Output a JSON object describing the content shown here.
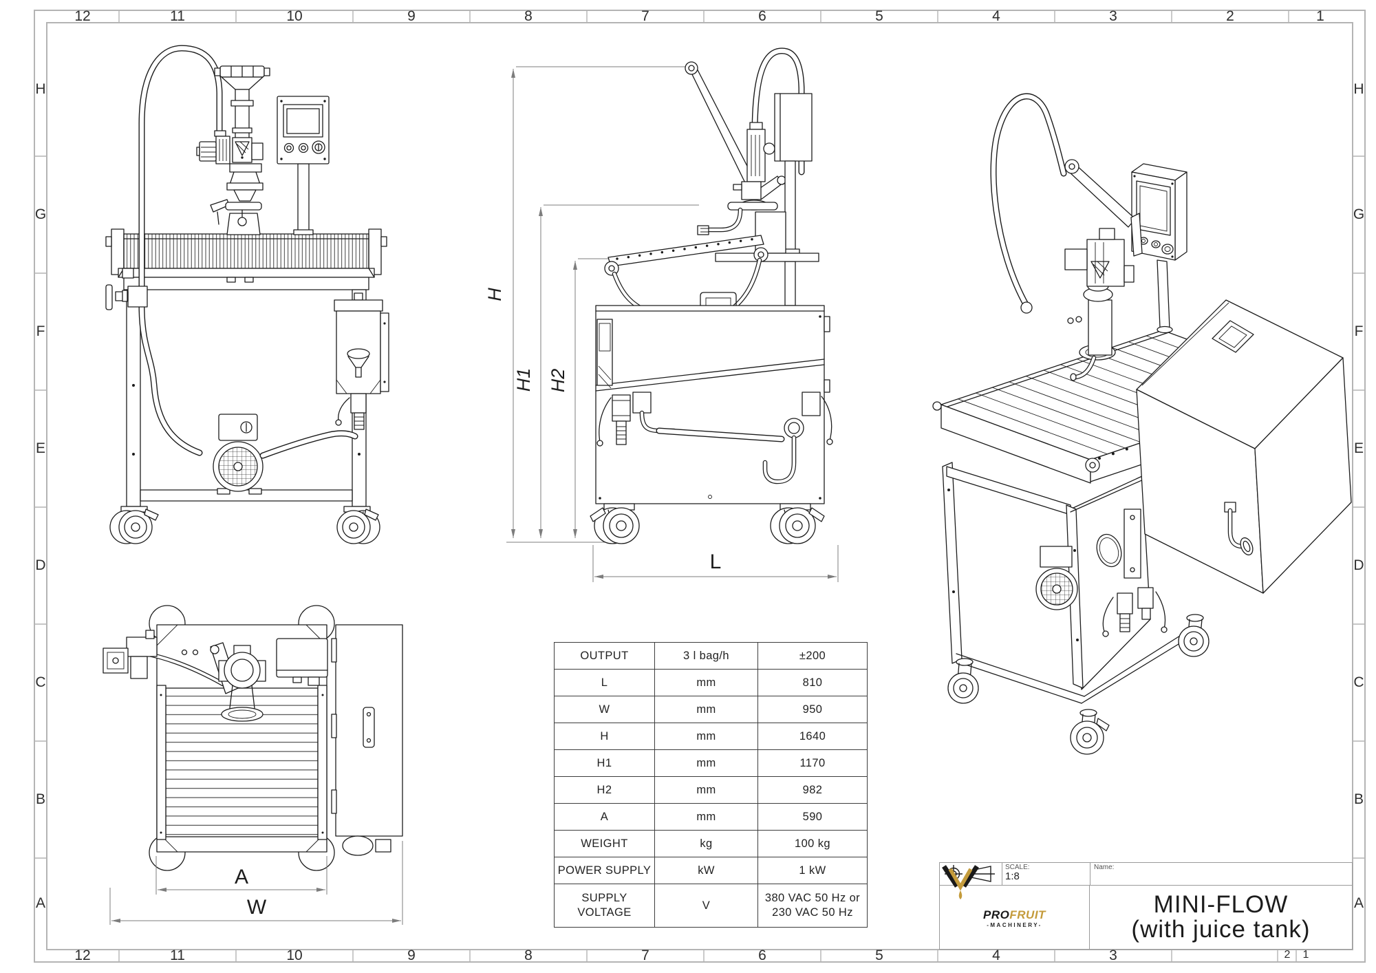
{
  "frame": {
    "columns": [
      "12",
      "11",
      "10",
      "9",
      "8",
      "7",
      "6",
      "5",
      "4",
      "3",
      "2",
      "1"
    ],
    "rows": [
      "H",
      "G",
      "F",
      "E",
      "D",
      "C",
      "B",
      "A"
    ]
  },
  "dimension_labels": {
    "h": "H",
    "h1": "H1",
    "h2": "H2",
    "l": "L",
    "a": "A",
    "w": "W"
  },
  "spec_table": {
    "rows": [
      {
        "label": "OUTPUT",
        "unit": "3 l bag/h",
        "value": "±200"
      },
      {
        "label": "L",
        "unit": "mm",
        "value": "810"
      },
      {
        "label": "W",
        "unit": "mm",
        "value": "950"
      },
      {
        "label": "H",
        "unit": "mm",
        "value": "1640"
      },
      {
        "label": "H1",
        "unit": "mm",
        "value": "1170"
      },
      {
        "label": "H2",
        "unit": "mm",
        "value": "982"
      },
      {
        "label": "A",
        "unit": "mm",
        "value": "590"
      },
      {
        "label": "WEIGHT",
        "unit": "kg",
        "value": "100 kg"
      },
      {
        "label": "POWER SUPPLY",
        "unit": "kW",
        "value": "1 kW"
      },
      {
        "label": "SUPPLY VOLTAGE",
        "unit": "V",
        "value": "380 VAC 50 Hz or 230 VAC 50 Hz"
      }
    ]
  },
  "title_block": {
    "scale_label": "SCALE:",
    "scale_value": "1:8",
    "name_label": "Name:",
    "machine_name_line1": "MINI-FLOW",
    "machine_name_line2": "(with juice tank)",
    "logo_pro": "PRO",
    "logo_fruit": "FRUIT",
    "logo_machinery": "-MACHINERY-",
    "colors": {
      "gold": "#c49b3b",
      "ink": "#1a1a1a"
    }
  },
  "bottom_right_page_numbers": [
    "2",
    "1"
  ]
}
